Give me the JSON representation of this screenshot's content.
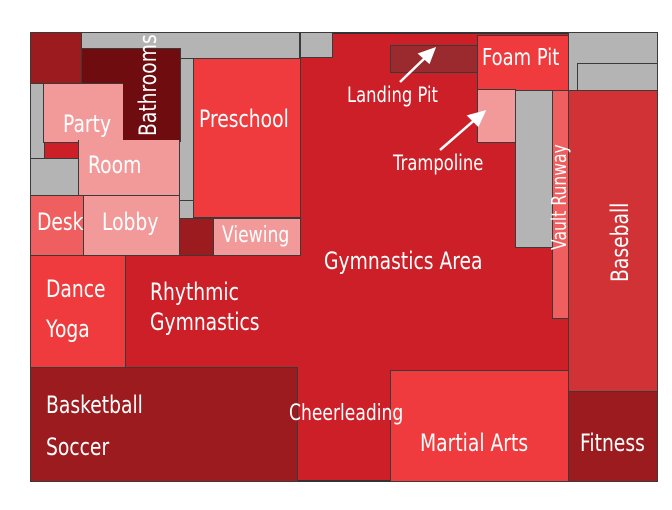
{
  "rooms": {
    "bathrooms": "Bathrooms",
    "party": "Party",
    "room": "Room",
    "preschool": "Preschool",
    "desk": "Desk",
    "lobby": "Lobby",
    "viewing": "Viewing",
    "landing_pit": "Landing Pit",
    "foam_pit": "Foam Pit",
    "trampoline": "Trampoline",
    "vault_runway": "Vault Runway",
    "baseball": "Baseball",
    "gymnastics_area": "Gymnastics Area",
    "dance": "Dance",
    "yoga": "Yoga",
    "rhythmic": "Rhythmic",
    "gymnastics": "Gymnastics",
    "basketball": "Basketball",
    "soccer": "Soccer",
    "cheerleading": "Cheerleading",
    "martial_arts": "Martial Arts",
    "fitness": "Fitness"
  },
  "colors": {
    "main": "#cc1f27",
    "dark": "#9b1b1f",
    "darker": "#6e0c10",
    "bright": "#ef3b3d",
    "pink": "#f29a9a",
    "gray": "#b4b4b4"
  }
}
